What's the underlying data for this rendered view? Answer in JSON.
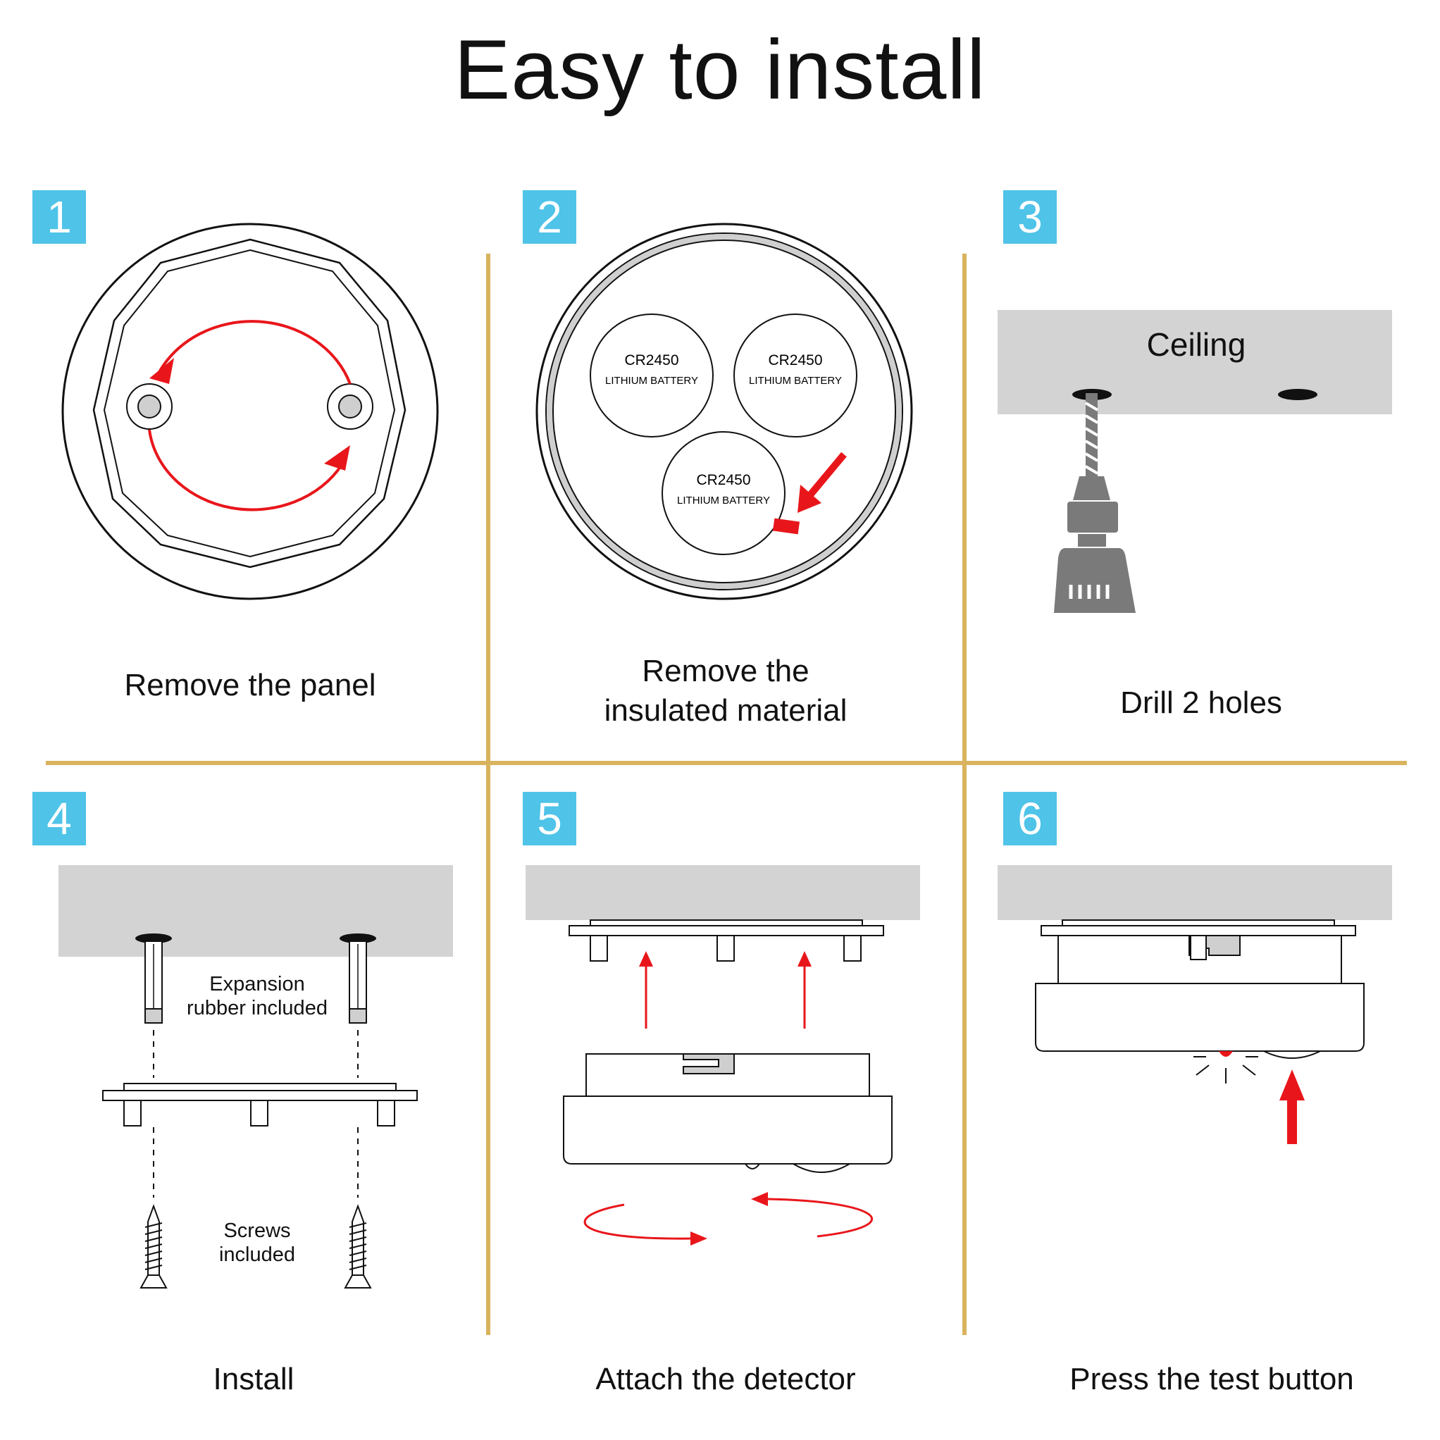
{
  "title": "Easy to install",
  "colors": {
    "accent_badge": "#4fc3e8",
    "divider": "#d9b35d",
    "arrow": "#e8161b",
    "panel_grey": "#d3d3d3"
  },
  "steps": [
    {
      "number": "1",
      "caption": "Remove the panel"
    },
    {
      "number": "2",
      "caption": "Remove the\ninsulated material"
    },
    {
      "number": "3",
      "caption": "Drill 2 holes"
    },
    {
      "number": "4",
      "caption": "Install"
    },
    {
      "number": "5",
      "caption": "Attach the detector"
    },
    {
      "number": "6",
      "caption": "Press the test button"
    }
  ],
  "step2": {
    "battery_model": "CR2450",
    "battery_type": "LITHIUM BATTERY"
  },
  "step3": {
    "ceiling_label": "Ceiling"
  },
  "step4": {
    "expansion_note": "Expansion\nrubber included",
    "screws_note": "Screws\nincluded"
  },
  "icons": [
    "rotate-arrows-icon",
    "battery-icon",
    "drill-icon",
    "screw-icon",
    "wall-plug-icon",
    "up-arrow-icon",
    "led-light-icon"
  ]
}
